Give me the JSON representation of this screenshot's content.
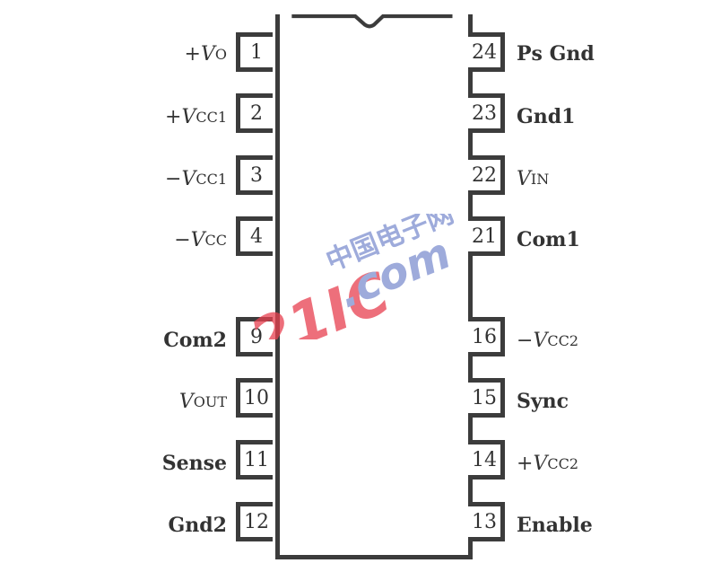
{
  "diagram": {
    "type": "ic-pinout",
    "package": "DIP-24 (partial pins shown)",
    "left_pins": [
      {
        "number": "1",
        "sign": "+",
        "var": "V",
        "sub": "O",
        "name": ""
      },
      {
        "number": "2",
        "sign": "+",
        "var": "V",
        "sub": "CC1",
        "name": ""
      },
      {
        "number": "3",
        "sign": "−",
        "var": "V",
        "sub": "CC1",
        "name": ""
      },
      {
        "number": "4",
        "sign": "−",
        "var": "V",
        "sub": "CC",
        "name": ""
      },
      {
        "number": "9",
        "sign": "",
        "var": "",
        "sub": "",
        "name": "Com2"
      },
      {
        "number": "10",
        "sign": "",
        "var": "V",
        "sub": "OUT",
        "name": ""
      },
      {
        "number": "11",
        "sign": "",
        "var": "",
        "sub": "",
        "name": "Sense"
      },
      {
        "number": "12",
        "sign": "",
        "var": "",
        "sub": "",
        "name": "Gnd2"
      }
    ],
    "right_pins": [
      {
        "number": "24",
        "sign": "",
        "var": "",
        "sub": "",
        "name": "Ps Gnd"
      },
      {
        "number": "23",
        "sign": "",
        "var": "",
        "sub": "",
        "name": "Gnd1"
      },
      {
        "number": "22",
        "sign": "",
        "var": "V",
        "sub": "IN",
        "name": ""
      },
      {
        "number": "21",
        "sign": "",
        "var": "",
        "sub": "",
        "name": "Com1"
      },
      {
        "number": "16",
        "sign": "−",
        "var": "V",
        "sub": "CC2",
        "name": ""
      },
      {
        "number": "15",
        "sign": "",
        "var": "",
        "sub": "",
        "name": "Sync"
      },
      {
        "number": "14",
        "sign": "+",
        "var": "V",
        "sub": "CC2",
        "name": ""
      },
      {
        "number": "13",
        "sign": "",
        "var": "",
        "sub": "",
        "name": "Enable"
      }
    ]
  },
  "watermark": {
    "cn_text": "中国电子网",
    "brand": "21IC",
    "suffix": ".com",
    "brand_color": "#e8404f",
    "cn_color": "#7e8fd0"
  }
}
